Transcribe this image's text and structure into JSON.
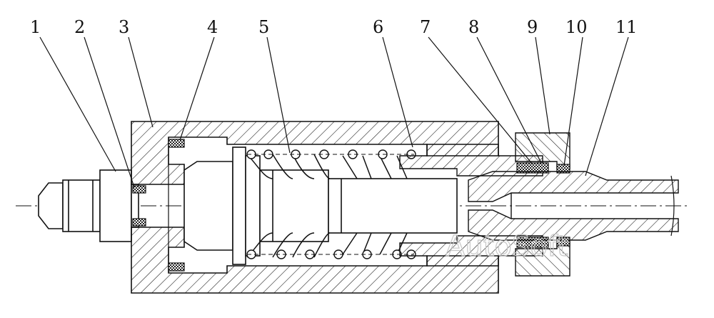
{
  "diagram": {
    "callouts": [
      "1",
      "2",
      "3",
      "4",
      "5",
      "6",
      "7",
      "8",
      "9",
      "10",
      "11"
    ],
    "watermark": "AutoSoft",
    "colors": {
      "line": "#111111",
      "seal": "#222222",
      "watermark": "#c8c8c8"
    }
  }
}
